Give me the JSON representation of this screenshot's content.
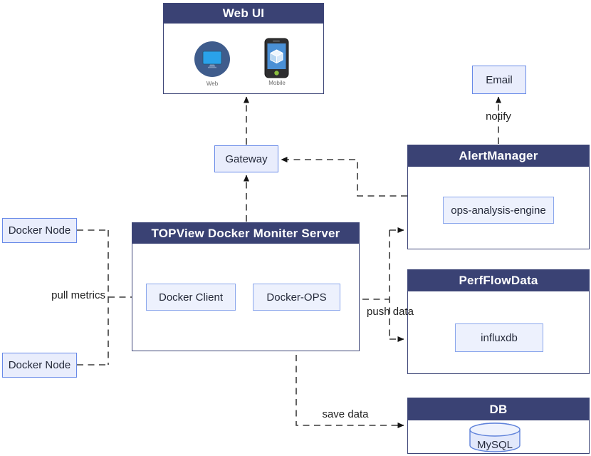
{
  "nodes": {
    "web_ui": {
      "title": "Web UI",
      "web_label": "Web",
      "mobile_label": "Mobile"
    },
    "gateway": {
      "label": "Gateway"
    },
    "email": {
      "label": "Email"
    },
    "alert_manager": {
      "title": "AlertManager",
      "child": "ops-analysis-engine"
    },
    "server": {
      "title": "TOPView Docker Moniter Server",
      "children": [
        "Docker Client",
        "Docker-OPS"
      ]
    },
    "perf_flow_data": {
      "title": "PerfFlowData",
      "child": "influxdb"
    },
    "db": {
      "title": "DB",
      "child": "MySQL"
    },
    "docker_node_top": {
      "label": "Docker Node"
    },
    "docker_node_bottom": {
      "label": "Docker Node"
    }
  },
  "edge_labels": {
    "pull_metrics": "pull metrics",
    "push_data": "push data",
    "save_data": "save data",
    "notify": "notify"
  },
  "colors": {
    "header_bg": "#3A4274",
    "header_text": "#FFFFFF",
    "chip_fill": "#E9EDFC",
    "chip_border": "#688AE8",
    "inner_chip_border": "#8AA6EC",
    "container_border": "#3E4678",
    "wire": "#3C3C3C",
    "web_icon_circle": "#3F5C8C",
    "web_icon_screen": "#2AA2EA",
    "mobile_screen": "#4A90D6",
    "mobile_button_green": "#8BBF3F"
  }
}
